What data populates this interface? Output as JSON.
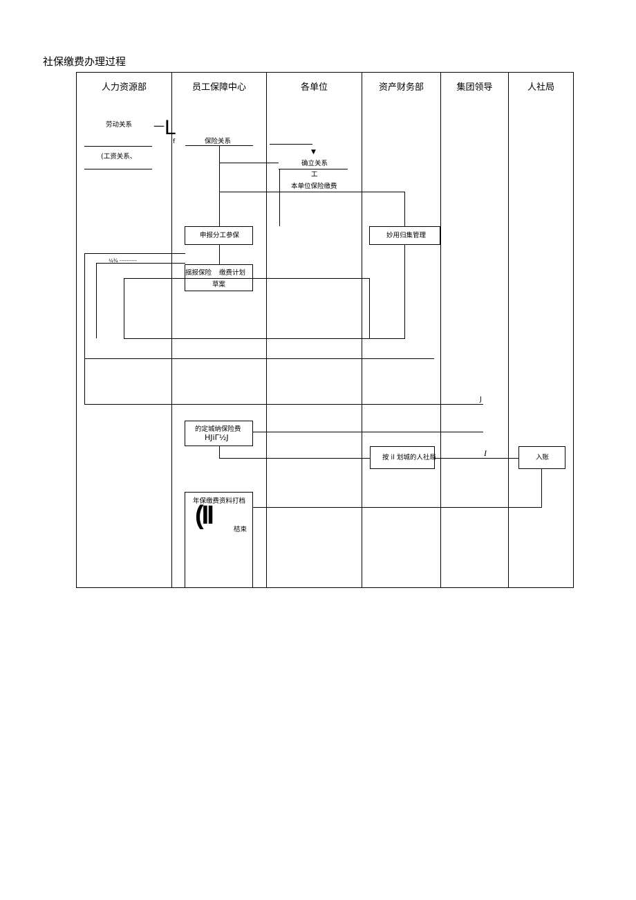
{
  "title": "社保缴费办理过程",
  "lanes": [
    "人力资源部",
    "员工保障中心",
    "各单位",
    "资产财务部",
    "集团领导",
    "人社局"
  ],
  "labels": {
    "labor_relation": "劳动关系",
    "wage_relation": "(工资关系、",
    "insurance_relation": "保险关系",
    "establish_relation": "确立关系",
    "work_mark": "工",
    "unit_insurance_pay": "本单位保险缴费",
    "declare_work_insure": "申报分工参保",
    "fund_collect_manage": "妙用归集管理",
    "ratio_mark": "¼¾ ----------",
    "submit_plan_a": "揺报保险",
    "submit_plan_b": "缴费计划",
    "submit_plan_c": "草案",
    "pay_fee_a": "的定城纳保险费",
    "pay_fee_b": "HJiΓ½J",
    "by_zone_bureau": "按 il 划城的人社局",
    "enter_account": "入账",
    "annual_archive": "年保缴费资料打档",
    "end_label": "桔束",
    "big_glyph": "(II",
    "mark_l": "L",
    "mark_dash": "—",
    "mark_f": "f",
    "mark_j": "J",
    "mark_i": "I",
    "arrow_down": "▼"
  }
}
